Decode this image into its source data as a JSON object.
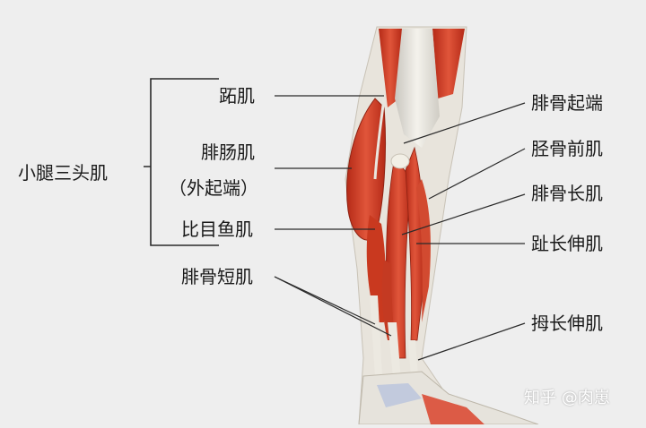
{
  "group_label": "小腿三头肌",
  "left_labels": {
    "plantaris": "跖肌",
    "gastrocnemius": "腓肠肌",
    "gastrocnemius_sub": "（外起端）",
    "soleus": "比目鱼肌",
    "peroneus_brevis": "腓骨短肌"
  },
  "right_labels": {
    "fibula_origin": "腓骨起端",
    "tibialis_anterior": "胫骨前肌",
    "peroneus_longus": "腓骨长肌",
    "ext_digitorum_longus": "趾长伸肌",
    "ext_hallucis_longus": "拇长伸肌"
  },
  "watermark": "知乎 @肉崽",
  "colors": {
    "background": "#eeeeee",
    "muscle": "#d9432b",
    "muscle_dark": "#b52a17",
    "tendon": "#e9e6df",
    "bone": "#f1efe6",
    "line": "#2a2a2a"
  }
}
